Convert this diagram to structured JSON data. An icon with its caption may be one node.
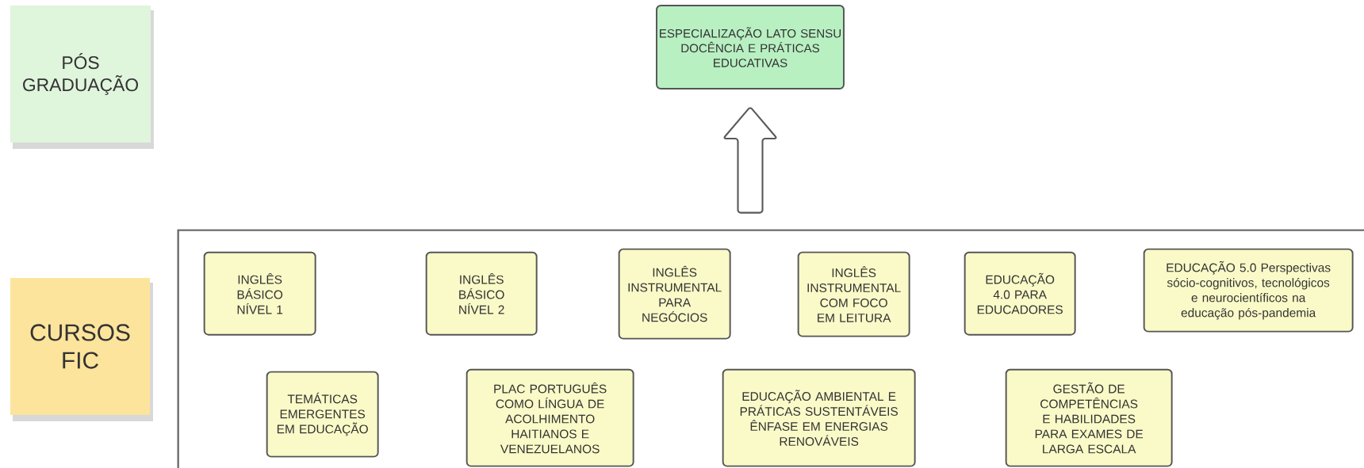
{
  "diagram": {
    "nodes": [
      {
        "text": [
          "PÓS GRADUAÇÃO"
        ]
      },
      {
        "text": [
          "ESPECIALIZAÇÃO LATO SENSU",
          "DOCÊNCIA E PRÁTICAS EDUCATIVAS"
        ]
      },
      {
        "text": [
          "CURSOS FIC"
        ]
      },
      {
        "text": [],
        "shape": "box"
      },
      {
        "text": [
          "INGLÊS BÁSICO NÍVEL 1"
        ],
        "in": 3
      },
      {
        "text": [
          "INGLÊS BÁSICO NÍVEL 2"
        ],
        "in": 3
      },
      {
        "text": [
          "INGLÊS INSTRUMENTAL PARA NEGÓCIOS"
        ],
        "in": 3
      },
      {
        "text": [
          "INGLÊS INSTRUMENTAL COM FOCO EM LEITURA"
        ],
        "in": 3
      },
      {
        "text": [
          "EDUCAÇÃO 4.0 PARA EDUCADORES"
        ],
        "in": 3
      },
      {
        "text": [
          "EDUCAÇÃO 5.0 Perspectivas sócio-cognitivos, tecnológicos e neurocientíficos na educação pós-pandemia"
        ],
        "in": 3
      },
      {
        "text": [
          "TEMÁTICAS EMERGENTES EM EDUCAÇÃO"
        ],
        "in": 3
      },
      {
        "text": [
          "PLAC PORTUGUÊS COMO LÍNGUA DE ACOLHIMENTO HAITIANOS E VENEZUELANOS"
        ],
        "in": 3
      },
      {
        "text": [
          "EDUCAÇÃO AMBIENTAL E PRÁTICAS SUSTENTÁVEIS ÊNFASE EM ENERGIAS RENOVÁVEIS"
        ],
        "in": 3
      },
      {
        "text": [
          "GESTÃO DE COMPETÊNCIAS E HABILIDADES PARA EXAMES DE LARGA ESCALA"
        ],
        "in": 3
      }
    ],
    "edges": [
      {
        "from": 3,
        "to": 1,
        "arrow": "to"
      }
    ]
  }
}
